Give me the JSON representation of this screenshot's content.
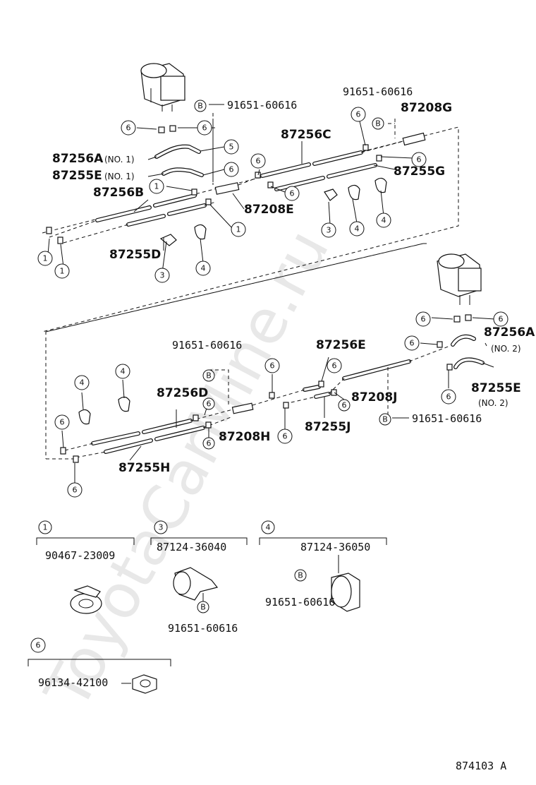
{
  "watermark": "ToyotaCarMine.ru",
  "figure_id": "874103 A",
  "callout_symbols": {
    "b": "B"
  },
  "part_numbers": {
    "p87256a_no1": "87256A",
    "no1_a": "(NO. 1)",
    "p87255e_no1": "87255E",
    "no1_b": "(NO. 1)",
    "p87256b": "87256B",
    "p87255d": "87255D",
    "p87208e": "87208E",
    "p91651_top_left": "91651-60616",
    "p91651_top_right": "91651-60616",
    "p87208g": "87208G",
    "p87256c": "87256C",
    "p87255g": "87255G",
    "p87256a_no2": "87256A",
    "no2_a": "(NO. 2)",
    "p87255e_no2": "87255E",
    "no2_b": "(NO. 2)",
    "p91651_mid": "91651-60616",
    "p87256e": "87256E",
    "p87208j": "87208J",
    "p91651_mid_right": "91651-60616",
    "p87256d": "87256D",
    "p87208h": "87208H",
    "p87255j": "87255J",
    "p87255h": "87255H",
    "legend1_part": "90467-23009",
    "legend3_part": "87124-36040",
    "legend3_bolt": "91651-60616",
    "legend4_part": "87124-36050",
    "legend4_bolt": "91651-60616",
    "legend6_part": "96134-42100"
  },
  "callout_numbers": {
    "c1": "1",
    "c3": "3",
    "c4": "4",
    "c5": "5",
    "c6": "6"
  },
  "legend": {
    "g1": "1",
    "g3": "3",
    "g4": "4",
    "g6": "6"
  }
}
